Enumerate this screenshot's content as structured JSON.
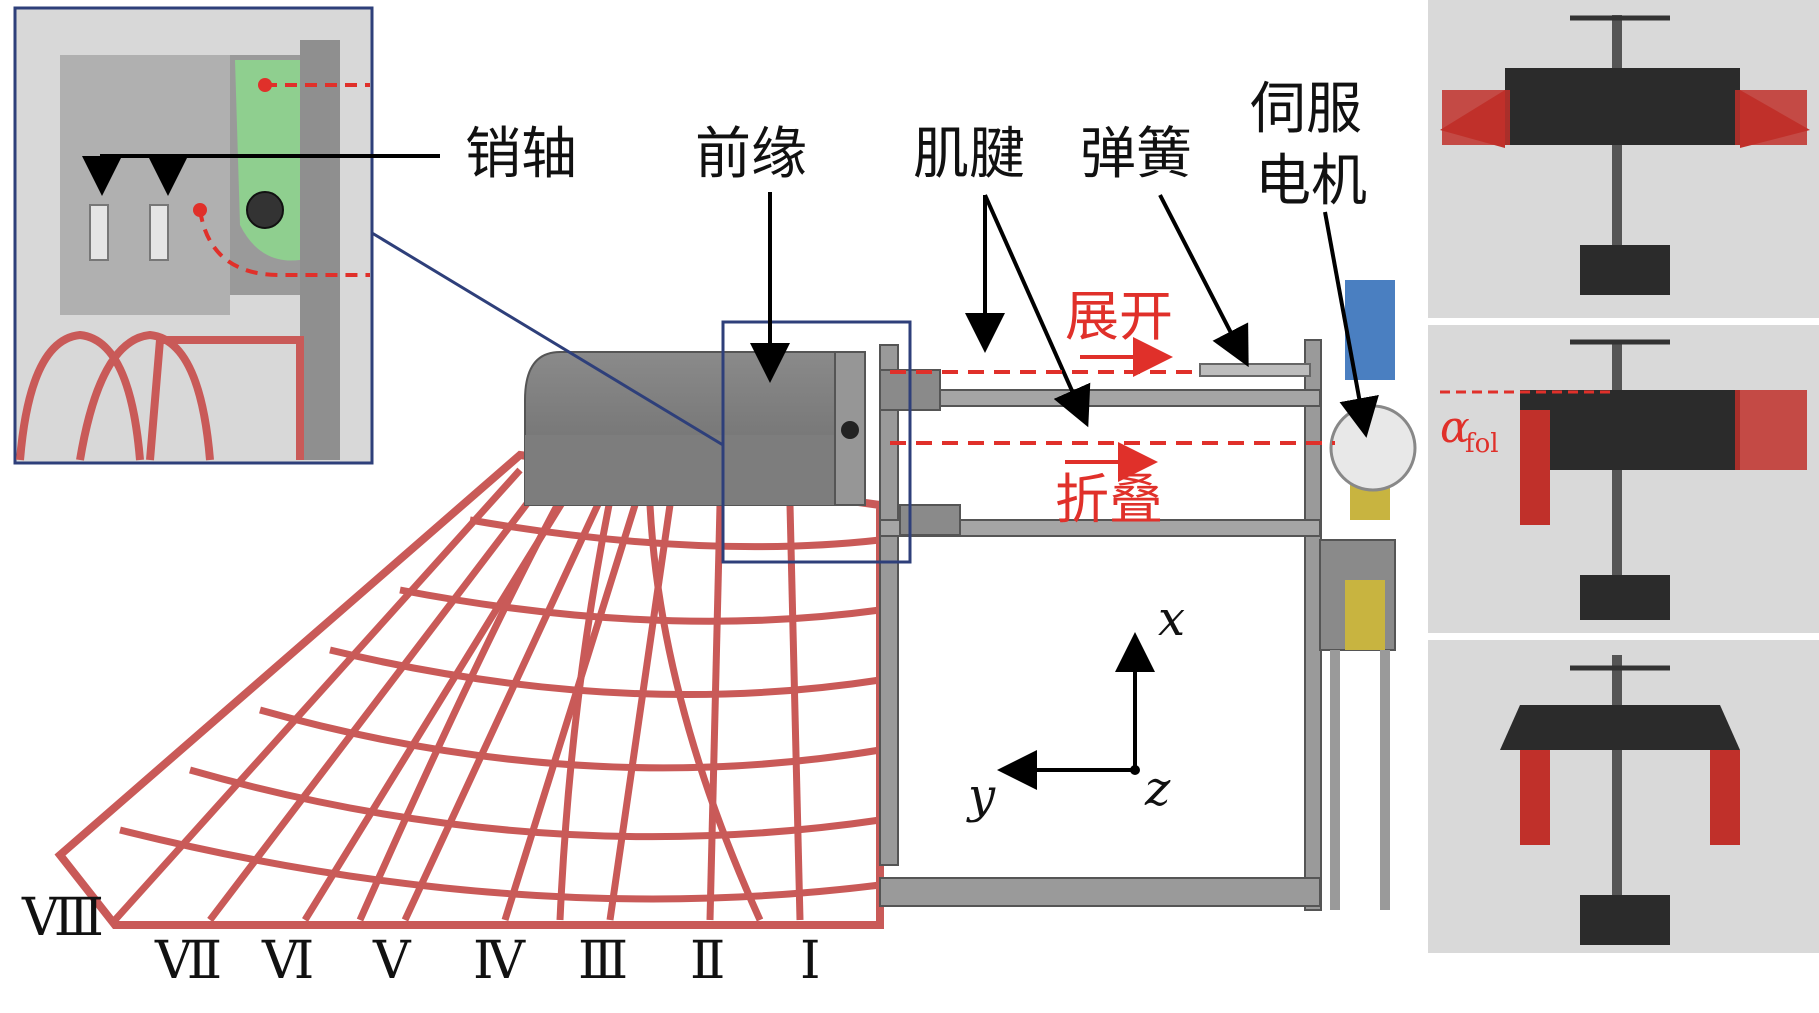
{
  "labels": {
    "pin_shaft": "销轴",
    "leading_edge": "前缘",
    "tendon": "肌腱",
    "spring": "弹簧",
    "servo_motor_line1": "伺服",
    "servo_motor_line2": "电机",
    "unfold": "展开",
    "fold": "折叠"
  },
  "axes": {
    "x": "x",
    "y": "y",
    "z": "z"
  },
  "angle_symbol": "α",
  "angle_subscript": "fol",
  "feathers": [
    "Ⅰ",
    "Ⅱ",
    "Ⅲ",
    "Ⅳ",
    "Ⅴ",
    "Ⅵ",
    "Ⅶ",
    "Ⅷ"
  ],
  "colors": {
    "feather_red": "#c95a58",
    "frame_gray": "#8d8d8d",
    "annotation_red": "#e0302a",
    "photo_background": "#d9d9d9",
    "wing_dark": "#2b2b2b"
  },
  "photo_states": [
    "unfolded",
    "partially folded",
    "folded"
  ]
}
